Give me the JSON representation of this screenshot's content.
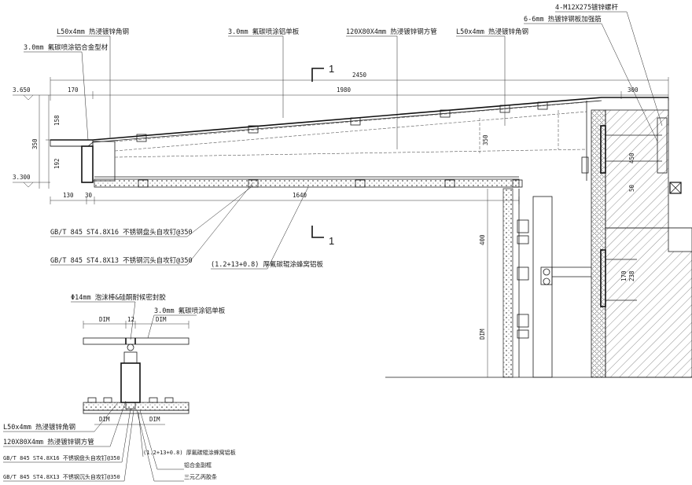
{
  "labels": {
    "l50_top": "L50x4mm 热浸镀锌角钢",
    "plate_top": "3.0mm 氟碳喷涂铝单板",
    "tube_top": "120X80X4mm 热浸镀锌钢方管",
    "l50_right": "L50x4mm 热浸镀锌角钢",
    "bolt": "4-M12X275镀锌螺杆",
    "stiffener": "6-6mm 热镀锌钢板加强筋",
    "profile_left": "3.0mm 氟碳喷涂铝合金型材",
    "screw16": "GB/T 845 ST4.8X16 不锈钢盘头自攻钉@350",
    "screw13": "GB/T 845 ST4.8X13 不锈钢沉头自攻钉@350",
    "honeycomb": "(1.2+13+0.8) 厚氟碳辊涂蜂窝铝板"
  },
  "elevations": {
    "top": "3.650",
    "bottom": "3.300"
  },
  "dims": {
    "overall": "2450",
    "d170": "170",
    "d1980": "1980",
    "d300": "300",
    "d350_left": "350",
    "d158": "158",
    "d192": "192",
    "d130": "130",
    "d30": "30",
    "d1640": "1640",
    "d350_mid": "350",
    "d400": "400",
    "dim_v": "DIM",
    "d450": "450",
    "d50": "50",
    "d170_r": "170",
    "d238": "238"
  },
  "section_mark": "1",
  "detail": {
    "rod": "Φ14mm 泡沫棒&硅酮耐候密封胶",
    "plate": "3.0mm 氟碳喷涂铝单板",
    "dim_left": "DIM",
    "dim_right": "DIM",
    "dim_mid": "12",
    "dim_b1": "DIM",
    "dim_b2": "DIM",
    "l50": "L50x4mm 热浸镀锌角钢",
    "tube": "120X80X4mm 热浸镀锌钢方管",
    "screw16": "GB/T 845 ST4.8X16 不锈钢盘头自攻钉@350",
    "screw13": "GB/T 845 ST4.8X13 不锈钢沉头自攻钉@350",
    "honeycomb": "(1.2+13+0.8) 厚氟碳辊涂蜂窝铝板",
    "frame": "铝合金副框",
    "tape": "三元乙丙胶条"
  }
}
